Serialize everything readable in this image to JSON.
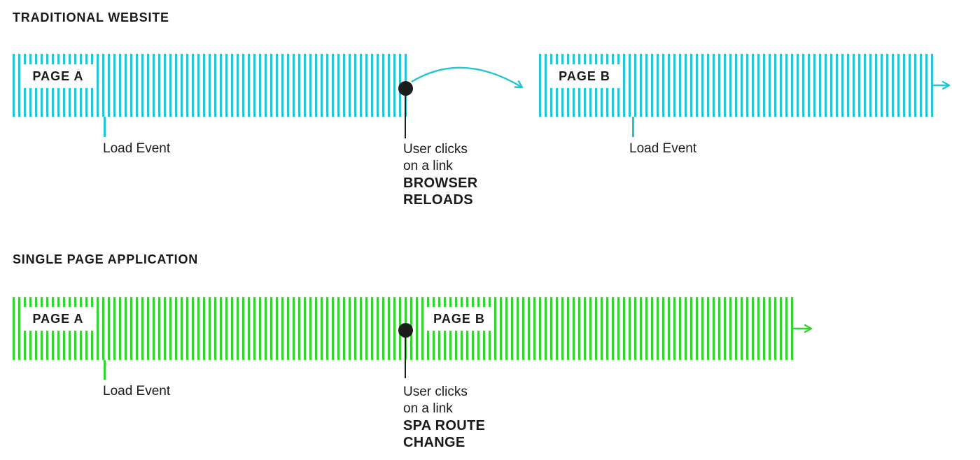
{
  "colors": {
    "cyan": "#22c4d5",
    "green": "#30d530",
    "ink": "#1a1a1a"
  },
  "icons": {
    "curved_arrow": "arc-arrow-right",
    "right_arrow": "arrow-right"
  },
  "sections": [
    {
      "id": "traditional",
      "title": "TRADITIONAL WEBSITE",
      "bars": [
        {
          "label": "PAGE A",
          "load_event": "Load Event"
        },
        {
          "label": "PAGE B",
          "load_event": "Load Event"
        }
      ],
      "annotation": {
        "line1": "User clicks",
        "line2": "on a link",
        "bold1": "BROWSER",
        "bold2": "RELOADS"
      }
    },
    {
      "id": "spa",
      "title": "SINGLE PAGE APPLICATION",
      "bars": [
        {
          "label": "PAGE A",
          "load_event": "Load Event"
        },
        {
          "label": "PAGE B"
        }
      ],
      "annotation": {
        "line1": "User clicks",
        "line2": "on a link",
        "bold1": "SPA ROUTE",
        "bold2": "CHANGE"
      }
    }
  ]
}
